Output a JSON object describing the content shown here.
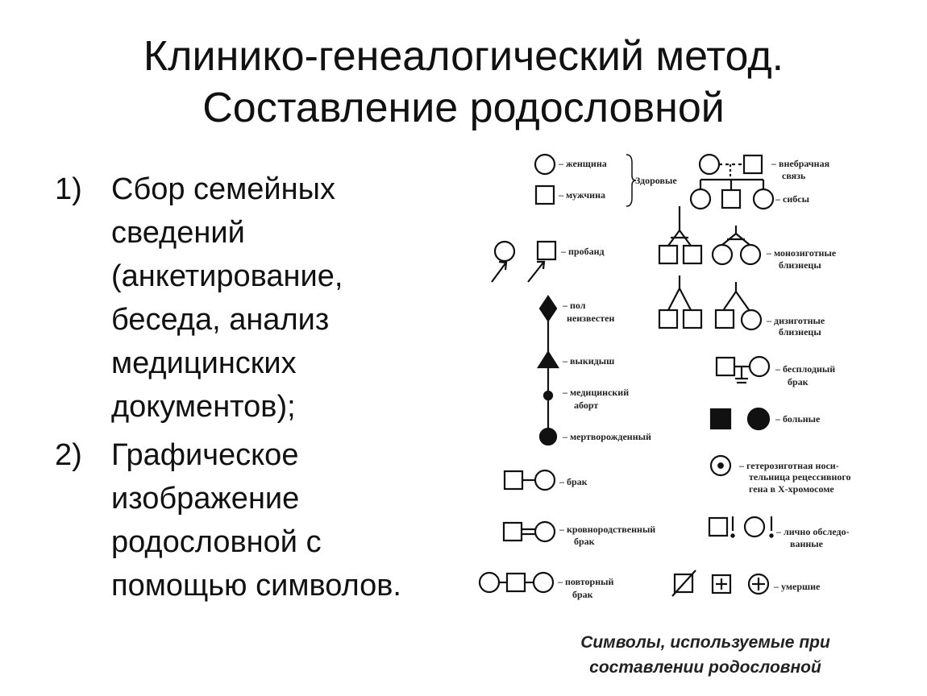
{
  "title": {
    "line1": "Клинико-генеалогический метод.",
    "line2": "Составление родословной"
  },
  "list": [
    {
      "num": "1)",
      "lines": [
        "Сбор семейных",
        "сведений",
        "(анкетирование,",
        "беседа, анализ",
        "медицинских",
        "документов);"
      ]
    },
    {
      "num": "2)",
      "lines": [
        "Графическое",
        "изображение",
        "родословной с",
        "помощью символов."
      ]
    }
  ],
  "diagram": {
    "labels": {
      "woman": "– женщина",
      "man": "– мужчина",
      "healthy": "Здоровые",
      "proband": "– пробанд",
      "sex_unknown_1": "– пол",
      "sex_unknown_2": "неизвестен",
      "miscarriage": "– выкидыш",
      "abortion_1": "– медицинский",
      "abortion_2": "аборт",
      "stillborn": "– мертворожденный",
      "marriage": "– брак",
      "consang_1": "– кровнородственный",
      "consang_2": "брак",
      "repeat_1": "– повторный",
      "repeat_2": "брак",
      "extramarital_1": "– внебрачная",
      "extramarital_2": "связь",
      "siblings": "– сибсы",
      "mono_1": "– монозиготные",
      "mono_2": "близнецы",
      "di_1": "– дизиготные",
      "di_2": "близнецы",
      "infertile_1": "– бесплодный",
      "infertile_2": "брак",
      "sick": "– больные",
      "carrier_1": "– гетерозиготная носи-",
      "carrier_2": "тельница рецессивного",
      "carrier_3": "гена в Х-хромосоме",
      "examined_1": "– лично обследо-",
      "examined_2": "ванные",
      "deceased": "– умершие"
    }
  },
  "caption": {
    "line1": "Символы, используемые при",
    "line2": "составлении родословной"
  }
}
